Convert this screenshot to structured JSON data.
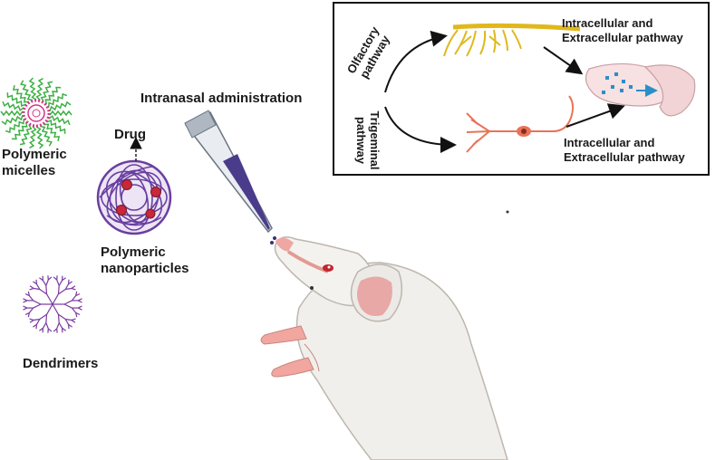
{
  "labels": {
    "polymeric_micelles": [
      "Polymeric",
      "micelles"
    ],
    "drug": "Drug",
    "polymeric_nanoparticles": [
      "Polymeric",
      "nanoparticles"
    ],
    "dendrimers": "Dendrimers",
    "intranasal_administration": "Intranasal administration",
    "olfactory_pathway": [
      "Olfactory",
      "pathway"
    ],
    "trigeminal_pathway": [
      "Trigeminal",
      "pathway"
    ],
    "top_route": [
      "Intracellular and",
      "Extracellular pathway"
    ],
    "bottom_route": [
      "Intracellular and",
      "Extracellular pathway"
    ]
  },
  "colors": {
    "micelle_tail": "#3cb043",
    "micelle_core": "#d6338a",
    "nanoparticle_polymer": "#6a3fa0",
    "drug_dot": "#c8283a",
    "dendrimer": "#7a3aa0",
    "neuron": "#e8735a",
    "olfactory": "#e0b81c",
    "brain": "#f5d9dc",
    "inset_border": "#111111"
  }
}
